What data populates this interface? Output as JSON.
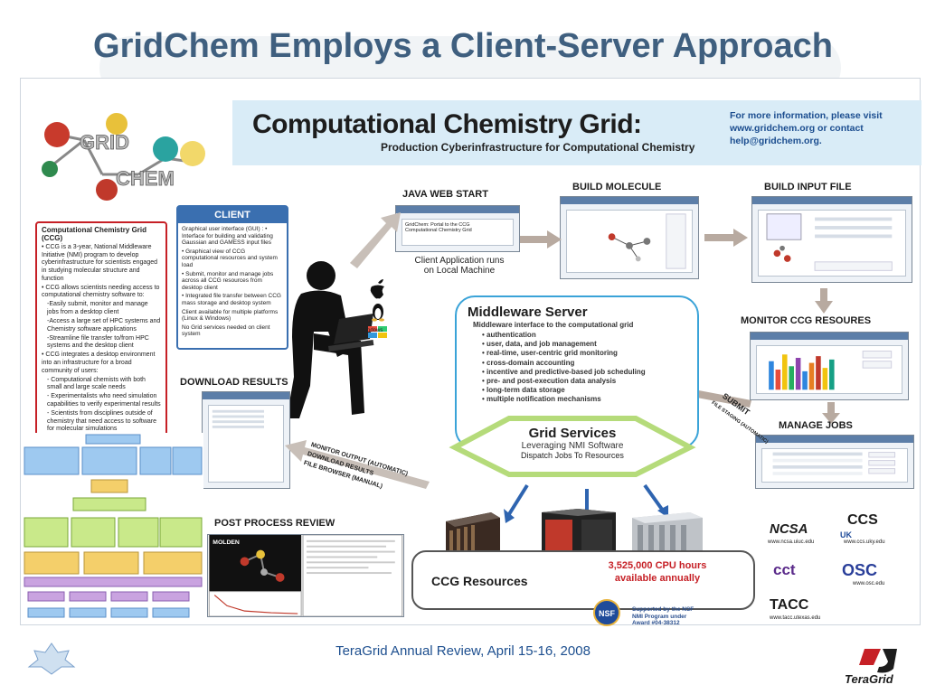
{
  "slide": {
    "title": "GridChem Employs a Client-Server Approach",
    "footer": "TeraGrid Annual Review, April 15-16, 2008",
    "teragrid_logo_text": "TeraGrid"
  },
  "banner": {
    "title": "Computational Chemistry Grid:",
    "subtitle": "Production Cyberinfrastructure for Computational Chemistry",
    "info": "For more information, please visit www.gridchem.org or contact help@gridchem.org."
  },
  "logo": {
    "line1": "GRID",
    "line2": "CHEM"
  },
  "ccg_box": {
    "heading": "Computational Chemistry Grid (CCG)",
    "items": [
      "• CCG is a 3-year, National Middleware Initiative (NMI) program to develop cyberinfrastructure for scientists engaged in studying molecular structure and function",
      "• CCG allows scientists needing access to computational chemistry software to:",
      "-Easily submit, monitor and manage jobs from a desktop client",
      "-Access a large set of HPC systems and Chemistry software applications",
      "-Streamline file transfer to/from HPC systems and the desktop client",
      "• CCG integrates a desktop environment into an infrastructure for a broad community of users:",
      "- Computational chemists with both small and large scale needs",
      "- Experimentalists who need simulation capabilities to verify experimental results",
      "- Scientists from disciplines outside of chemistry that need access to software for molecular simulations"
    ]
  },
  "client_box": {
    "heading": "CLIENT",
    "items": [
      "Graphical user interface (GUI) : • Interface for building and validating Gaussian and GAMESS input files",
      "• Graphical view of CCG computational resources and system load",
      "• Submit, monitor and manage jobs across all CCG resources from desktop client",
      "• Integrated file transfer between CCG mass storage and desktop system",
      "Client available for multiple platforms (Linux & Windows)",
      "No Grid services needed on client system"
    ],
    "os_label": "Windows"
  },
  "labels": {
    "java_web_start": "JAVA WEB START",
    "build_molecule": "BUILD MOLECULE",
    "build_input_file": "BUILD INPUT FILE",
    "monitor": "MONITOR CCG RESOURES",
    "manage_jobs": "MANAGE JOBS",
    "download_results": "DOWNLOAD RESULTS",
    "post_process": "POST PROCESS REVIEW",
    "client_caption_1": "Client Application runs",
    "client_caption_2": "on Local Machine",
    "submit": "SUBMIT",
    "file_staging": "FILE STAGING (AUTOMATIC)",
    "monitor_output": "MONITOR OUTPUT (AUTOMATIC)",
    "download_res": "DOWNLOAD RESULTS",
    "file_browser": "FILE BROWSER (MANUAL)",
    "portal_title": "GridChem: Portal to the CCG",
    "portal_sub": "Computational Chemistry Grid",
    "molden": "MOLDEN"
  },
  "middleware": {
    "title": "Middleware Server",
    "subtitle": "Middleware interface to the computational grid",
    "items": [
      "authentication",
      "user, data, and job management",
      "real-time, user-centric grid monitoring",
      "cross-domain accounting",
      "incentive and predictive-based job scheduling",
      "pre- and post-execution data analysis",
      "long-term data storage",
      "multiple notification mechanisms"
    ]
  },
  "grid_services": {
    "title": "Grid Services",
    "sub1": "Leveraging NMI Software",
    "sub2": "Dispatch Jobs To Resources"
  },
  "resources": {
    "title": "CCG Resources",
    "cpu_line1": "3,525,000 CPU hours",
    "cpu_line2": "available annually"
  },
  "nsf": {
    "logo": "NSF",
    "line1": "Supported by the NSF",
    "line2": "NMI Program under",
    "line3": "Award #04-38312"
  },
  "partners": {
    "ncsa": "NCSA",
    "ncsa_url": "www.ncsa.uiuc.edu",
    "ccs": "CCS",
    "uk": "UK",
    "ccs_url": "www.ccs.uky.edu",
    "cct": "cct",
    "osc": "OSC",
    "osc_url": "www.osc.edu",
    "tacc": "TACC",
    "tacc_url": "www.tacc.utexas.edu"
  },
  "colors": {
    "title": "#3f5f7f",
    "banner_bg": "#d9ecf7",
    "ccg_border": "#c62026",
    "client_blue": "#3a6fb0",
    "middleware_border": "#3aa3d8",
    "grid_services_fill": "#ffffff",
    "grid_services_stroke": "#b5db7a",
    "cpu_red": "#c62026",
    "footer": "#1d4f8f"
  }
}
